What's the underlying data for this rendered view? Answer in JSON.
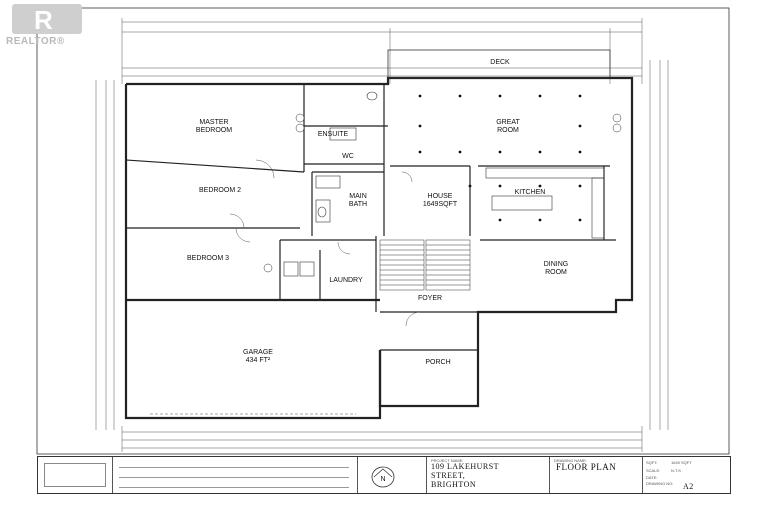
{
  "watermark": {
    "brand": "REALTOR",
    "trademark": "®"
  },
  "rooms": {
    "master_bedroom": [
      "MASTER",
      "BEDROOM"
    ],
    "ensuite": "ENSUITE",
    "wc": "WC",
    "main_bath": [
      "MAIN",
      "BATH"
    ],
    "bedroom2": "BEDROOM 2",
    "bedroom3": "BEDROOM 3",
    "laundry": "LAUNDRY",
    "house_area": [
      "HOUSE",
      "1649SQFT"
    ],
    "deck": "DECK",
    "great_room": [
      "GREAT",
      "ROOM"
    ],
    "kitchen": "KITCHEN",
    "dining_room": [
      "DINING",
      "ROOM"
    ],
    "foyer": "FOYER",
    "garage": [
      "GARAGE",
      "434 FT²"
    ],
    "porch": "PORCH"
  },
  "title_block": {
    "project_name_label": "PROJECT NAME:",
    "project_lines": [
      "109 LAKEHURST",
      "STREET,",
      "BRIGHTON"
    ],
    "drawing_name_label": "DRAWING NAME:",
    "drawing_name": "FLOOR PLAN",
    "sqft_label": "SQFT:",
    "sqft_value": "1649 SQFT",
    "scale_label": "SCALE:",
    "scale_value": "N.T.S",
    "date_label": "DATE:",
    "drawing_no_label": "DRAWING NO:",
    "drawing_no": "A2",
    "north": "N"
  }
}
